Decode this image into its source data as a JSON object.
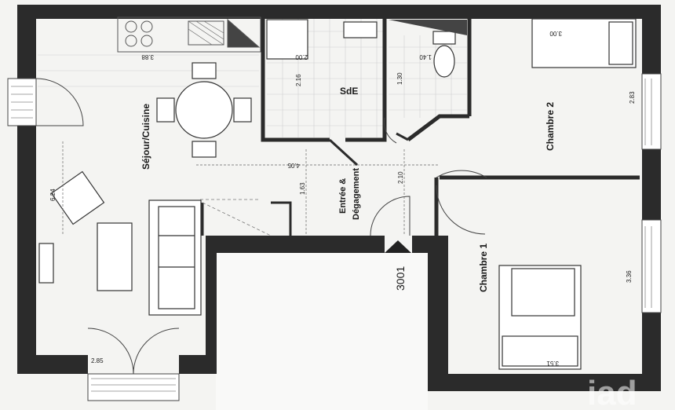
{
  "rooms": {
    "sejour": "Séjour/Cuisine",
    "sde": "SdE",
    "entree_line1": "Entrée &",
    "entree_line2": "Dégagement",
    "chambre1": "Chambre 1",
    "chambre2": "Chambre 2"
  },
  "unit_number": "3001",
  "dimensions": {
    "kitchen_width": "3.88",
    "sde_width": "2.00",
    "sde_height": "2.16",
    "wc_height": "1.30",
    "wc_width": "1.40",
    "bed2_width": "3.00",
    "chambre2_height": "2.83",
    "entree_width": "4.05",
    "sejour_height": "6.24",
    "entree_height": "1.63",
    "degagement_height": "2.10",
    "chambre1_height": "3.36",
    "chambre1_width": "3.51",
    "sejour_bottom": "2.85"
  },
  "watermark": "iad",
  "colors": {
    "wall": "#2b2b2b",
    "background": "#f4f4f2",
    "line": "#555555"
  }
}
